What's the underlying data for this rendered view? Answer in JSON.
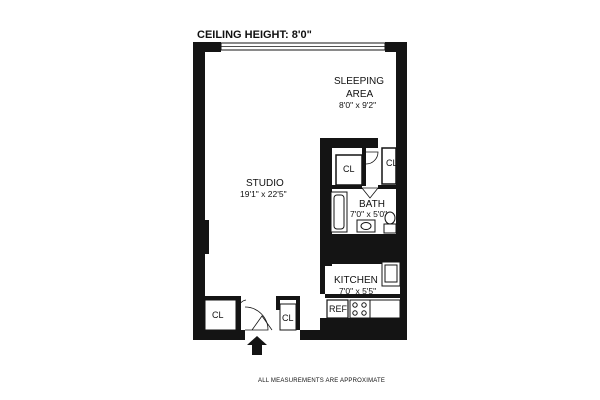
{
  "header": {
    "ceiling": "CEILING HEIGHT: 8'0\""
  },
  "rooms": {
    "sleeping": {
      "name_line1": "SLEEPING",
      "name_line2": "AREA",
      "dims": "8'0\" x 9'2\""
    },
    "studio": {
      "name": "STUDIO",
      "dims": "19'1\" x 22'5\""
    },
    "bath": {
      "name": "BATH",
      "dims": "7'0\" x 5'0\""
    },
    "kitchen": {
      "name": "KITCHEN",
      "dims": "7'0\" x 5'5\""
    }
  },
  "closets": {
    "label": "CL"
  },
  "appliances": {
    "ref": "REF"
  },
  "footer": {
    "note": "ALL MEASUREMENTS ARE APPROXIMATE"
  },
  "icons": [
    "entry-arrow-icon",
    "bathtub-icon",
    "sink-icon",
    "toilet-icon",
    "stove-icon",
    "kitchen-sink-icon",
    "door-swing-icon",
    "window-icon"
  ]
}
